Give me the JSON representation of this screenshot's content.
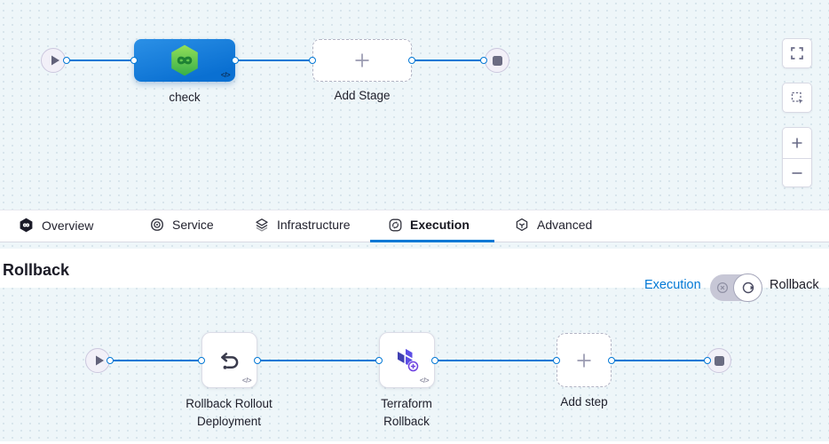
{
  "top_canvas": {
    "stage_label": "check",
    "add_stage_label": "Add Stage"
  },
  "controls": {
    "items": [
      {
        "name": "fullscreen"
      },
      {
        "name": "marquee-select"
      },
      {
        "name": "zoom-in"
      },
      {
        "name": "zoom-out"
      }
    ]
  },
  "tabs": [
    {
      "label": "Overview",
      "active": false
    },
    {
      "label": "Service",
      "active": false
    },
    {
      "label": "Infrastructure",
      "active": false
    },
    {
      "label": "Execution",
      "active": true
    },
    {
      "label": "Advanced",
      "active": false
    }
  ],
  "rollback_section": {
    "title": "Rollback",
    "mode_toggle": {
      "execution_label": "Execution",
      "rollback_label": "Rollback"
    }
  },
  "bottom_canvas": {
    "steps": [
      {
        "label": "Rollback Rollout Deployment"
      },
      {
        "label": "Terraform Rollback"
      }
    ],
    "add_step_label": "Add step"
  },
  "glyphs": {
    "code": "</>"
  },
  "colors": {
    "accent": "#0278d5",
    "canvas_bg": "#eef6f9",
    "stage_blue": "#0a70d2",
    "harness_green": "#3cb34a",
    "terraform_purple": "#5c4ee5"
  }
}
